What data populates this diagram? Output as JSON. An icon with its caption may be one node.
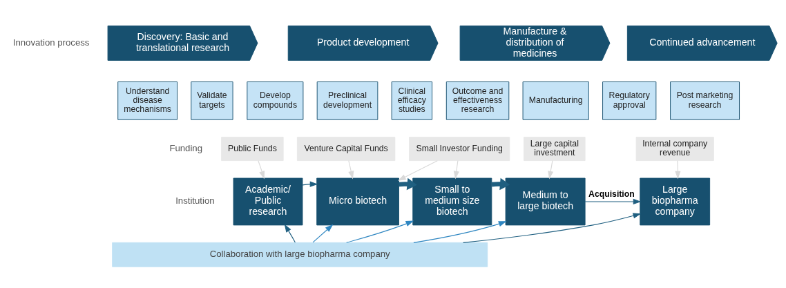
{
  "diagram": {
    "nodes": [
      {
        "text": [
          "Discovery: Basic and translational research"
        ]
      },
      {
        "text": [
          "Product development"
        ]
      },
      {
        "text": [
          "Manufacture & distribution of medicines"
        ]
      },
      {
        "text": [
          "Continued advancement"
        ]
      },
      {
        "text": [
          "Understand disease mechanisms"
        ]
      },
      {
        "text": [
          "Validate targets"
        ]
      },
      {
        "text": [
          "Develop compounds"
        ]
      },
      {
        "text": [
          "Preclinical development"
        ]
      },
      {
        "text": [
          "Clinical efficacy studies"
        ]
      },
      {
        "text": [
          "Outcome and effectiveness research"
        ]
      },
      {
        "text": [
          "Manufacturing"
        ]
      },
      {
        "text": [
          "Regulatory approval"
        ]
      },
      {
        "text": [
          "Post marketing research"
        ]
      },
      {
        "text": [
          "Public Funds"
        ]
      },
      {
        "text": [
          "Venture Capital Funds"
        ]
      },
      {
        "text": [
          "Small Investor Funding"
        ]
      },
      {
        "text": [
          "Large capital investment"
        ]
      },
      {
        "text": [
          "Internal company revenue"
        ]
      },
      {
        "text": [
          "Academic/ Public research"
        ]
      },
      {
        "text": [
          "Micro biotech"
        ]
      },
      {
        "text": [
          "Small to medium size biotech"
        ]
      },
      {
        "text": [
          "Medium to large biotech"
        ]
      },
      {
        "text": [
          "Large biopharma company"
        ]
      },
      {
        "text": [
          "Collaboration with large biopharma company"
        ]
      }
    ],
    "edges": [
      {
        "from": 13,
        "to": 18,
        "arrow": "to",
        "color": "#d9d9d9"
      },
      {
        "from": 14,
        "to": 19,
        "arrow": "to",
        "color": "#d9d9d9"
      },
      {
        "from": 15,
        "to": 19,
        "arrow": "to",
        "color": "#d9d9d9"
      },
      {
        "from": 15,
        "to": 20,
        "arrow": "to",
        "color": "#d9d9d9"
      },
      {
        "from": 16,
        "to": 21,
        "arrow": "to",
        "color": "#d9d9d9"
      },
      {
        "from": 17,
        "to": 22,
        "arrow": "to",
        "color": "#d9d9d9"
      },
      {
        "from": 18,
        "to": 19,
        "arrow": "to",
        "color": "#1f5f80"
      },
      {
        "from": 19,
        "to": 20,
        "arrow": "to",
        "style": "thick",
        "color": "#1f5f80"
      },
      {
        "from": 20,
        "to": 21,
        "arrow": "to",
        "style": "thick",
        "color": "#1f5f80"
      },
      {
        "from": 21,
        "to": 22,
        "arrow": "to",
        "label": "Acquisition",
        "color": "#1f5f80"
      },
      {
        "from": 23,
        "to": 18,
        "arrow": "to",
        "color": "#1f5f80"
      },
      {
        "from": 23,
        "to": 19,
        "arrow": "to",
        "color": "#2e86c1"
      },
      {
        "from": 23,
        "to": 20,
        "arrow": "to",
        "color": "#2e86c1"
      },
      {
        "from": 23,
        "to": 21,
        "arrow": "to",
        "color": "#2e86c1"
      },
      {
        "from": 23,
        "to": 22,
        "arrow": "to",
        "color": "#1f5f80"
      }
    ],
    "labels": [
      "Innovation process",
      "Funding",
      "Institution"
    ]
  }
}
